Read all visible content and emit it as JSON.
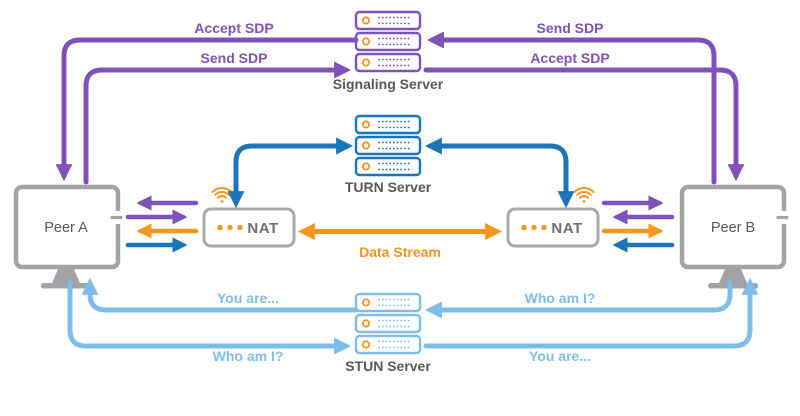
{
  "diagram": {
    "peers": {
      "a_label": "Peer A",
      "b_label": "Peer B"
    },
    "servers": {
      "signaling_label": "Signaling Server",
      "turn_label": "TURN Server",
      "stun_label": "STUN Server"
    },
    "nat_label": "NAT",
    "flows": {
      "accept_sdp_left": "Accept SDP",
      "send_sdp_left": "Send SDP",
      "send_sdp_right": "Send SDP",
      "accept_sdp_right": "Accept SDP",
      "data_stream": "Data Stream",
      "you_are_left": "You are...",
      "who_am_i_left": "Who am I?",
      "who_am_i_right": "Who am I?",
      "you_are_right": "You are..."
    },
    "colors": {
      "purple": "#7e52b8",
      "blue": "#1b75bb",
      "light_blue": "#7cbde9",
      "orange": "#f7941d",
      "gray": "#a1a3a6",
      "text": "#58585a"
    }
  }
}
